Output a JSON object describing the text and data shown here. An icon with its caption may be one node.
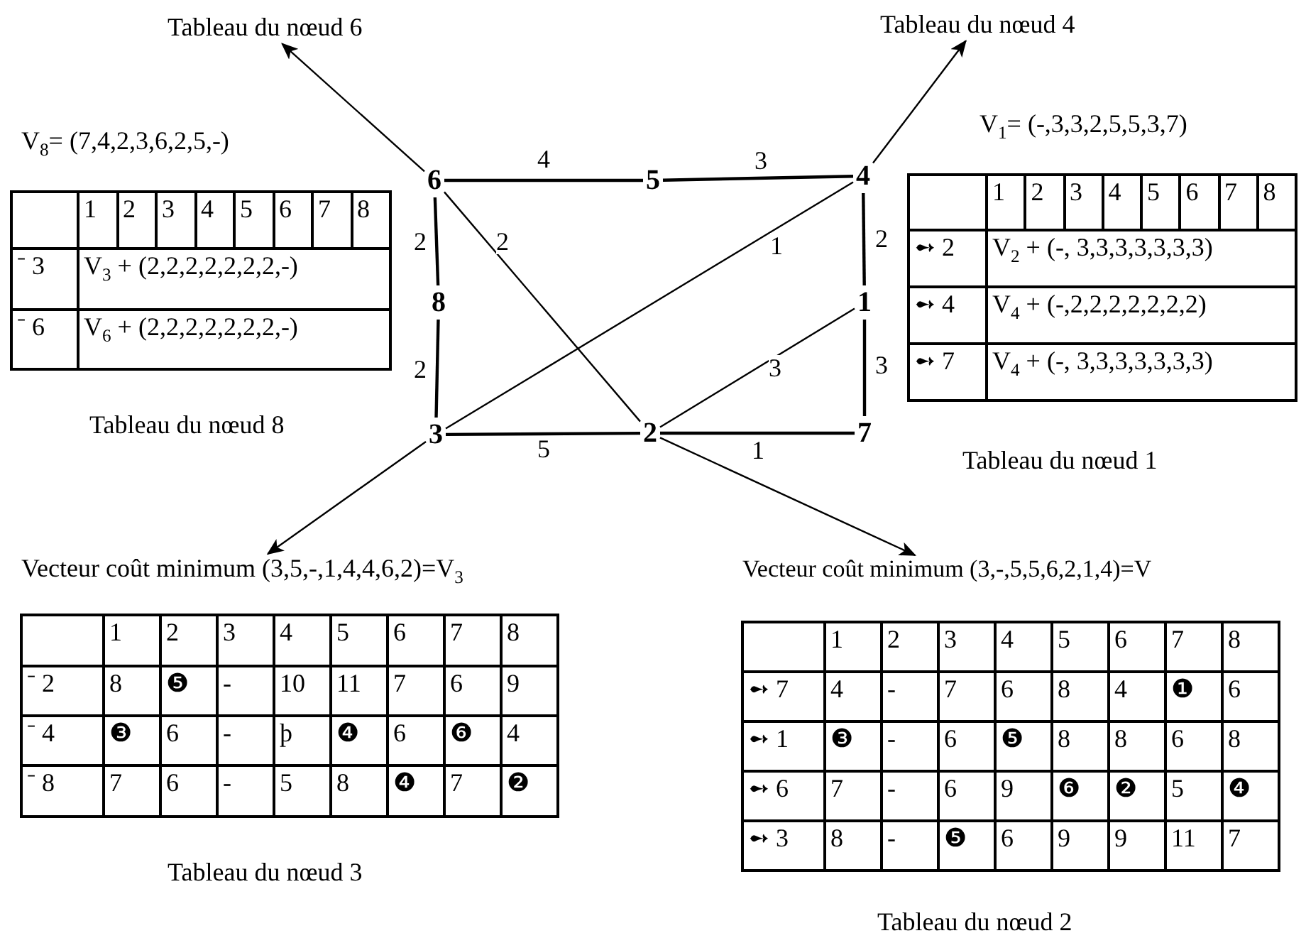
{
  "diagram": {
    "nodes": [
      {
        "text": [
          "Tableau du nœud 6"
        ]
      },
      {
        "text": [
          "Tableau du nœud 4"
        ]
      },
      {
        "text": [
          "6"
        ]
      },
      {
        "text": [
          "5"
        ]
      },
      {
        "text": [
          "4"
        ]
      },
      {
        "text": [
          "8"
        ]
      },
      {
        "text": [
          "1"
        ]
      },
      {
        "text": [
          "3"
        ]
      },
      {
        "text": [
          "2"
        ]
      },
      {
        "text": [
          "7"
        ]
      },
      {
        "text": [
          "Vecteur coût minimum (3,5,-,1,4,4,6,2)=V$_{3}$"
        ]
      },
      {
        "text": [
          "Vecteur coût minimum (3,-,5,5,6,2,1,4)=V"
        ]
      }
    ],
    "edges": [
      {
        "from": 2,
        "to": 3,
        "arrow": "none",
        "label": "4"
      },
      {
        "from": 3,
        "to": 4,
        "arrow": "none",
        "label": "3"
      },
      {
        "from": 2,
        "to": 5,
        "arrow": "none",
        "label": "2"
      },
      {
        "from": 5,
        "to": 7,
        "arrow": "none",
        "label": "2"
      },
      {
        "from": 2,
        "to": 8,
        "arrow": "none",
        "label": "2"
      },
      {
        "from": 4,
        "to": 7,
        "arrow": "none",
        "label": "1"
      },
      {
        "from": 4,
        "to": 6,
        "arrow": "none",
        "label": "2"
      },
      {
        "from": 6,
        "to": 9,
        "arrow": "none",
        "label": "3"
      },
      {
        "from": 6,
        "to": 8,
        "arrow": "none",
        "label": "3"
      },
      {
        "from": 7,
        "to": 8,
        "arrow": "none",
        "label": "5"
      },
      {
        "from": 8,
        "to": 9,
        "arrow": "none",
        "label": "1"
      },
      {
        "from": 2,
        "to": 0,
        "arrow": "to"
      },
      {
        "from": 4,
        "to": 1,
        "arrow": "to"
      },
      {
        "from": 7,
        "to": 10,
        "arrow": "to"
      },
      {
        "from": 8,
        "to": 11,
        "arrow": "to"
      }
    ],
    "labels": [
      "V$_{8}$= (7,4,2,3,6,2,5,-)",
      "1",
      "2",
      "3",
      "4",
      "5",
      "6",
      "7",
      "8",
      "⁻ 3",
      "V$_{3}$ + (2,2,2,2,2,2,2,-)",
      "⁻ 6",
      "V$_{6}$ + (2,2,2,2,2,2,2,-)",
      "Tableau du nœud 8",
      "V$_{1}$= (-,3,3,2,5,5,3,7)",
      "1",
      "2",
      "3",
      "4",
      "5",
      "6",
      "7",
      "8",
      "➻ 2",
      "V$_{2}$ + (-, 3,3,3,3,3,3,3)",
      "➻ 4",
      "V$_{4}$ + (-,2,2,2,2,2,2,2)",
      "➻ 7",
      "V$_{4}$ + (-, 3,3,3,3,3,3,3)",
      "Tableau du nœud 1",
      "1",
      "2",
      "3",
      "4",
      "5",
      "6",
      "7",
      "8",
      "⁻ 2",
      "8",
      "❺",
      "-",
      "10",
      "11",
      "7",
      "6",
      "9",
      "⁻ 4",
      "❸",
      "6",
      "-",
      "þ",
      "❹",
      "6",
      "❻",
      "4",
      "⁻ 8",
      "7",
      "6",
      "-",
      "5",
      "8",
      "❹",
      "7",
      "❷",
      "Tableau du nœud 3",
      "1",
      "2",
      "3",
      "4",
      "5",
      "6",
      "7",
      "8",
      "➻ 7",
      "4",
      "-",
      "7",
      "6",
      "8",
      "4",
      "❶",
      "6",
      "➻ 1",
      "❸",
      "-",
      "6",
      "❺",
      "8",
      "8",
      "6",
      "8",
      "➻ 6",
      "7",
      "-",
      "6",
      "9",
      "❻",
      "❷",
      "5",
      "❹",
      "➻ 3",
      "8",
      "-",
      "❺",
      "6",
      "9",
      "9",
      "11",
      "7",
      "Tableau du nœud 2"
    ]
  }
}
